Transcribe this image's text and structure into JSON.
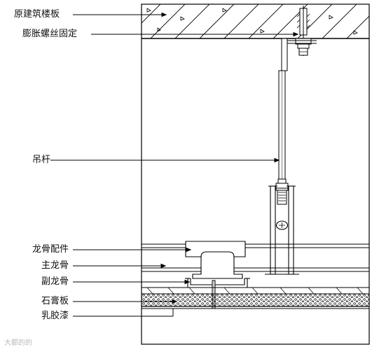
{
  "labels": {
    "slab": "原建筑楼板",
    "anchor": "膨胀螺丝固定",
    "hanger_rod": "吊杆",
    "keel_fitting": "龙骨配件",
    "main_keel": "主龙骨",
    "secondary_keel": "副龙骨",
    "gypsum_board": "石膏板",
    "latex_paint": "乳胶漆"
  },
  "watermark": "大都的的",
  "colors": {
    "line": "#000000",
    "hatch_fill": "#ffffff",
    "board_fill": "#ffffff"
  }
}
